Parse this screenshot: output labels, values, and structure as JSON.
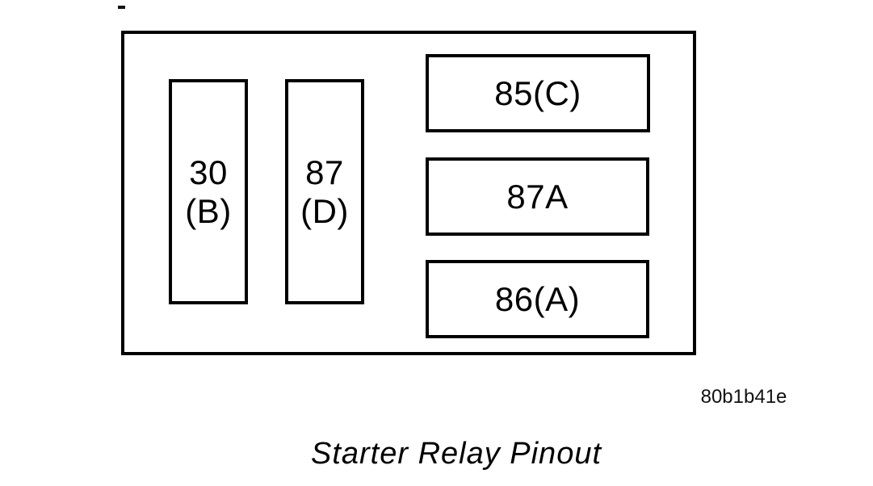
{
  "canvas": {
    "background_color": "#ffffff",
    "ink_color": "#000000"
  },
  "diagram": {
    "caption": "Starter Relay Pinout",
    "figure_code": "80b1b41e",
    "pins": [
      {
        "id": "pin-30-b",
        "label": "30\n(B)",
        "orientation": "vertical"
      },
      {
        "id": "pin-87-d",
        "label": "87\n(D)",
        "orientation": "vertical"
      },
      {
        "id": "pin-85-c",
        "label": "85(C)",
        "orientation": "horizontal"
      },
      {
        "id": "pin-87a",
        "label": "87A",
        "orientation": "horizontal"
      },
      {
        "id": "pin-86-a",
        "label": "86(A)",
        "orientation": "horizontal"
      }
    ]
  }
}
